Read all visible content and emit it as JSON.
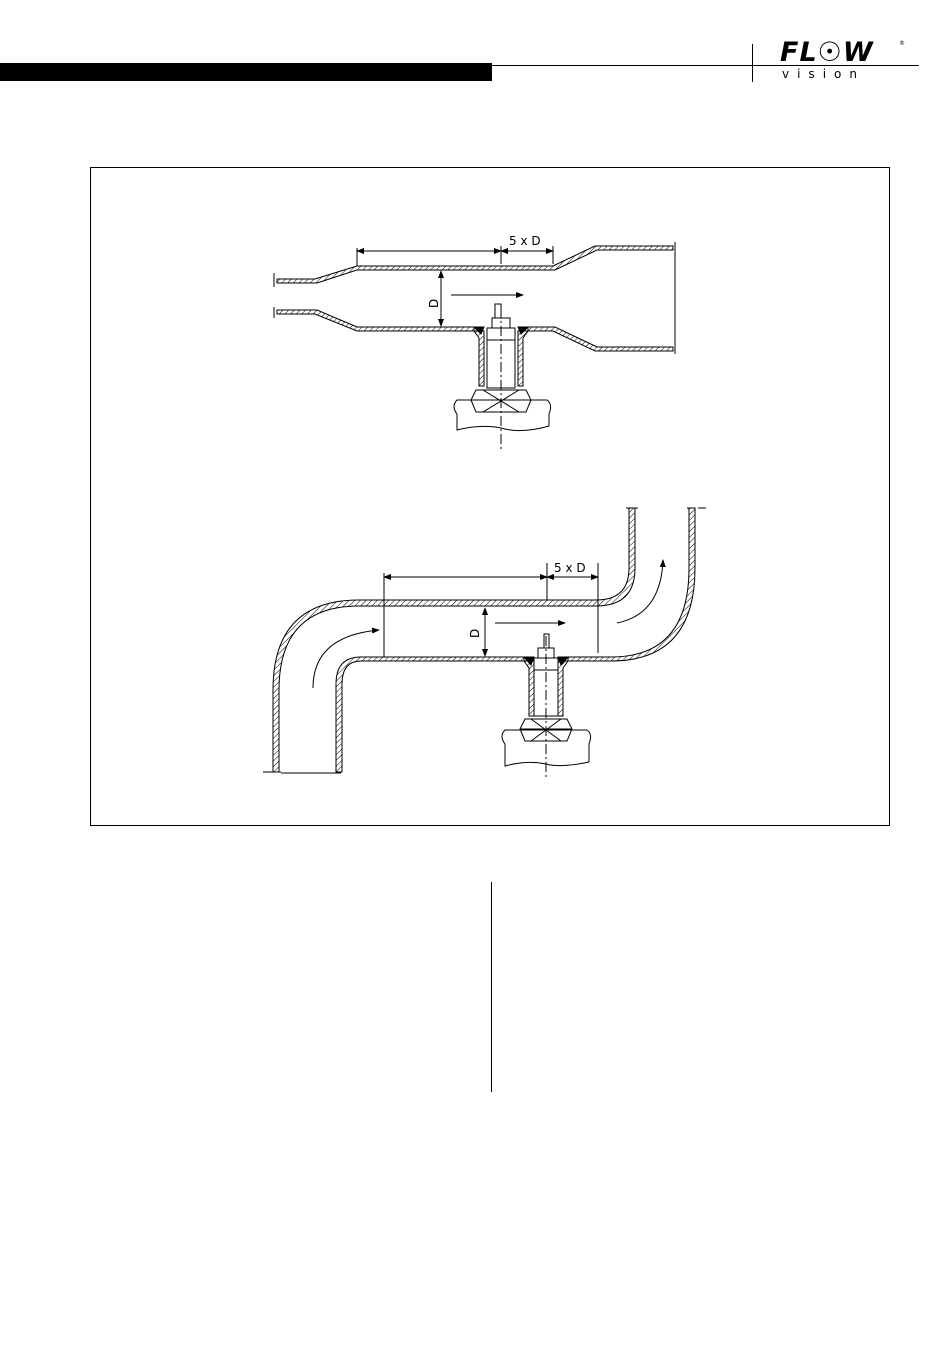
{
  "header": {
    "logo": {
      "brand_top": "FL☉W",
      "brand_bottom": "vision",
      "registered_mark": "®"
    }
  },
  "figure": {
    "top_diagram": {
      "length_label": "5 x D",
      "diameter_label": "D"
    },
    "bottom_diagram": {
      "length_label": "5 x D",
      "diameter_label": "D"
    }
  }
}
